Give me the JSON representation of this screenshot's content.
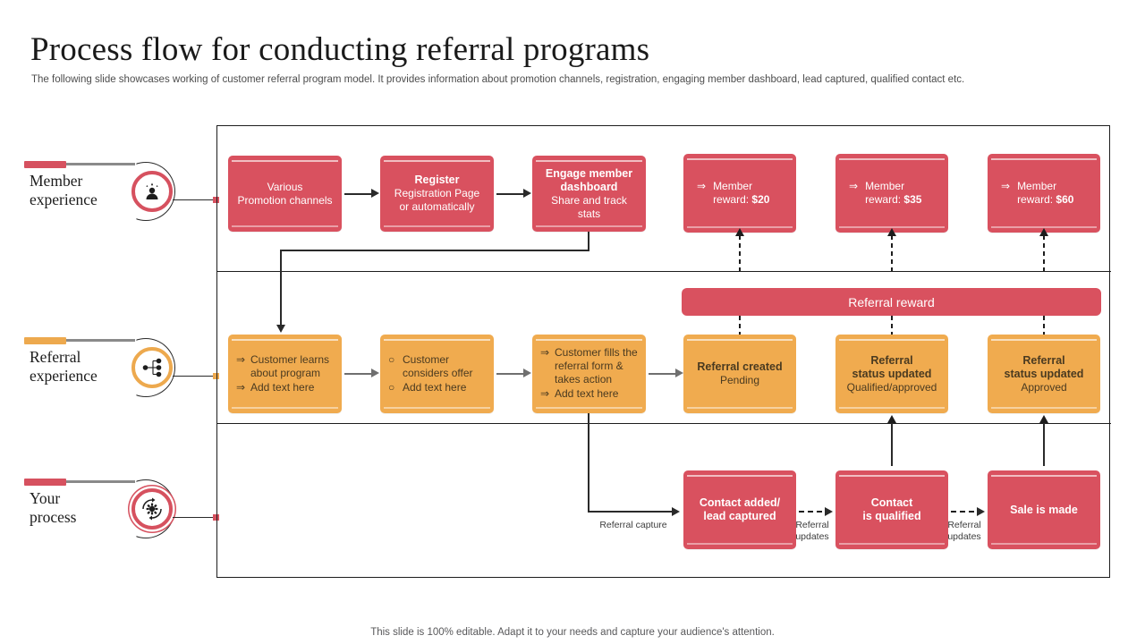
{
  "header": {
    "title": "Process flow for conducting referral programs",
    "subtitle": "The following slide showcases working of customer referral program model. It provides information about promotion channels, registration, engaging member dashboard, lead captured, qualified contact etc."
  },
  "colors": {
    "red": "#d9515f",
    "orange": "#f0ab4f",
    "frame_border": "#1d1d1d",
    "connector": "#2a2a2a",
    "grey_connector": "#6f6f6f"
  },
  "lanes": [
    {
      "id": "member-experience",
      "title_line1": "Member",
      "title_line2": "experience",
      "bar_color": "#d6515f",
      "ring_color": "#d6515f",
      "icon": "member-star-icon"
    },
    {
      "id": "referral-experience",
      "title_line1": "Referral",
      "title_line2": "experience",
      "bar_color": "#eda94e",
      "ring_color": "#eda94e",
      "icon": "referral-network-icon"
    },
    {
      "id": "your-process",
      "title_line1": "Your",
      "title_line2": "process",
      "bar_color": "#d6515f",
      "ring_color": "#d6515f",
      "icon": "process-gear-icon"
    }
  ],
  "row1": {
    "boxes": [
      {
        "id": "various-promotion-channels",
        "lines": [
          {
            "text": "Various",
            "style": "normal"
          },
          {
            "text": "Promotion channels",
            "style": "normal"
          }
        ]
      },
      {
        "id": "register",
        "lines": [
          {
            "text": "Register",
            "style": "bold"
          },
          {
            "text": "Registration Page",
            "style": "normal"
          },
          {
            "text": "or automatically",
            "style": "normal"
          }
        ]
      },
      {
        "id": "engage-member-dashboard",
        "lines": [
          {
            "text": "Engage  member",
            "style": "bold"
          },
          {
            "text": "dashboard",
            "style": "bold"
          },
          {
            "text": "Share and track stats",
            "style": "normal"
          }
        ]
      }
    ],
    "rewards": [
      {
        "id": "member-reward-20",
        "bullet": "⇒",
        "line1": "Member",
        "line2_label": "reward:",
        "line2_value": "$20"
      },
      {
        "id": "member-reward-35",
        "bullet": "⇒",
        "line1": "Member",
        "line2_label": "reward:",
        "line2_value": "$35"
      },
      {
        "id": "member-reward-60",
        "bullet": "⇒",
        "line1": "Member",
        "line2_label": "reward:",
        "line2_value": "$60"
      }
    ]
  },
  "row2": {
    "banner": {
      "id": "referral-reward-banner",
      "label": "Referral reward"
    },
    "boxes": [
      {
        "id": "customer-learns",
        "bullets": [
          {
            "mark": "⇒",
            "text": "Customer learns about program"
          },
          {
            "mark": "⇒",
            "text": "Add text here"
          }
        ]
      },
      {
        "id": "customer-considers-offer",
        "bullets": [
          {
            "mark": "○",
            "text": "Customer considers offer"
          },
          {
            "mark": "○",
            "text": "Add text here"
          }
        ]
      },
      {
        "id": "customer-fills-form",
        "bullets": [
          {
            "mark": "⇒",
            "text": "Customer fills the referral form & takes action"
          },
          {
            "mark": "⇒",
            "text": "Add text here"
          }
        ]
      }
    ],
    "statuses": [
      {
        "id": "referral-created",
        "title": "Referral created",
        "subtitle": "Pending"
      },
      {
        "id": "referral-status-updated-qualified",
        "title_line1": "Referral",
        "title_line2": "status  updated",
        "subtitle": "Qualified/approved"
      },
      {
        "id": "referral-status-updated-approved",
        "title_line1": "Referral",
        "title_line2": "status  updated",
        "subtitle": "Approved"
      }
    ]
  },
  "row3": {
    "boxes": [
      {
        "id": "contact-added-lead-captured",
        "line1": "Contact added/",
        "line2": "lead captured"
      },
      {
        "id": "contact-is-qualified",
        "line1": "Contact",
        "line2": "is qualified"
      },
      {
        "id": "sale-is-made",
        "line1": "Sale is made",
        "line2": ""
      }
    ],
    "edge_labels": {
      "referral_capture": "Referral capture",
      "referral_updates_1_l1": "Referral",
      "referral_updates_1_l2": "updates",
      "referral_updates_2_l1": "Referral",
      "referral_updates_2_l2": "updates"
    }
  },
  "footer": {
    "note": "This slide is 100% editable. Adapt it to your needs and capture your audience's attention."
  }
}
